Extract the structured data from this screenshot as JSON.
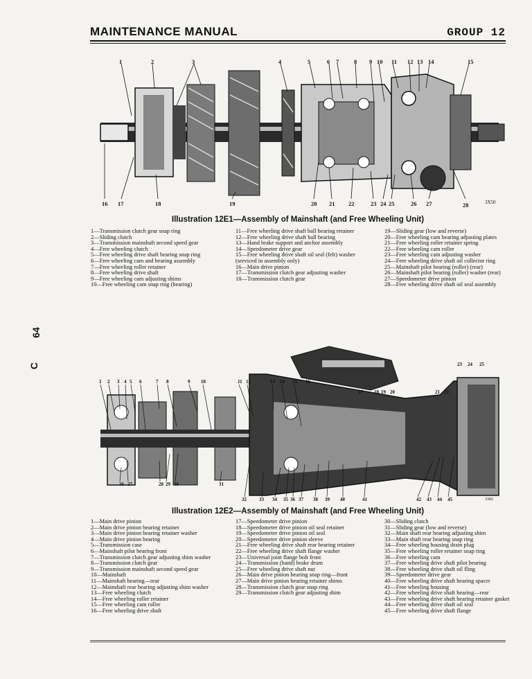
{
  "header": {
    "title": "MAINTENANCE MANUAL",
    "group": "GROUP 12"
  },
  "margin_marks": [
    "C",
    "64"
  ],
  "fig1": {
    "caption": "Illustration 12E1—Assembly of Mainshaft (and Free Wheeling Unit)",
    "code": "3X50",
    "top_numbers": [
      "1",
      "2",
      "3",
      "4",
      "5",
      "6",
      "7",
      "8",
      "9",
      "10",
      "11",
      "12",
      "13",
      "14",
      "15"
    ],
    "bottom_numbers": [
      "16",
      "17",
      "18",
      "19",
      "20",
      "21",
      "22",
      "23",
      "24",
      "25",
      "26",
      "27",
      "28"
    ],
    "legend": [
      [
        "1—Transmission clutch gear snap ring",
        "2—Sliding clutch",
        "3—Transmission mainshaft second speed gear",
        "4—Free wheeling clutch",
        "5—Free wheeling drive shaft bearing snap ring",
        "6—Free wheeling cam and bearing assembly",
        "7—Free wheeling roller retainer",
        "8—Free wheeling drive shaft",
        "9—Free wheeling cam adjusting shims",
        "10—Free wheeling cam snap ring (bearing)"
      ],
      [
        "11—Free wheeling drive shaft ball bearing retainer",
        "12—Free wheeling drive shaft ball bearing",
        "13—Hand brake support and anchor assembly",
        "14—Speedometer drive gear",
        "15—Free wheeling drive shaft oil seal (felt) washer (serviced in assembly only)",
        "16—Main drive pinion",
        "17—Transmission clutch gear adjusting washer",
        "18—Transmission clutch gear"
      ],
      [
        "19—Sliding gear (low and reverse)",
        "20—Free wheeling cam bearing adjusting plates",
        "21—Free wheeling roller retainer spring",
        "22—Free wheeling cam roller",
        "23—Free wheeling cam adjusting washer",
        "24—Free wheeling drive shaft oil collector ring",
        "25—Mainshaft pilot bearing (roller) (rear)",
        "26—Mainshaft pilot bearing (roller) washer (rear)",
        "27—Speedometer drive pinion",
        "28—Free wheeling drive shaft oil seal assembly"
      ]
    ]
  },
  "fig2": {
    "caption": "Illustration 12E2—Assembly of Mainshaft (and Free Wheeling Unit)",
    "code": "3382",
    "top_numbers": [
      "1",
      "2",
      "3",
      "4",
      "5",
      "6",
      "7",
      "8",
      "9",
      "10",
      "11",
      "12",
      "13",
      "14",
      "15",
      "16",
      "17",
      "18",
      "19",
      "20",
      "21",
      "22",
      "23",
      "24",
      "25"
    ],
    "bottom_numbers": [
      "26",
      "27",
      "28",
      "29",
      "30",
      "31",
      "32",
      "33",
      "34",
      "35",
      "36",
      "37",
      "38",
      "39",
      "40",
      "41",
      "42",
      "43",
      "44",
      "45"
    ],
    "legend": [
      [
        "1—Main drive pinion",
        "2—Main drive pinion bearing retainer",
        "3—Main drive pinion bearing retainer washer",
        "4—Main drive pinion bearing",
        "5—Transmission case",
        "6—Mainshaft pilot bearing front",
        "7—Transmission clutch gear adjusting shim washer",
        "8—Transmission clutch gear",
        "9—Transmission mainshaft second speed gear",
        "10—Mainshaft",
        "11—Mainshaft bearing—rear",
        "12—Mainshaft rear bearing adjusting shim washer",
        "13—Free wheeling clutch",
        "14—Free wheeling roller retainer",
        "15—Free wheeling cam roller",
        "16—Free wheeling drive shaft"
      ],
      [
        "17—Speedometer drive pinion",
        "18—Speedometer drive pinion oil seal retainer",
        "19—Speedometer drive pinion oil seal",
        "20—Speedometer drive pinion sleeve",
        "21—Free wheeling drive shaft rear bearing retainer",
        "22—Free wheeling drive shaft flange washer",
        "23—Universal joint flange bolt front",
        "24—Transmission (hand) brake drum",
        "25—Free wheeling drive shaft nut",
        "26—Main drive pinion bearing snap ring—front",
        "27—Main drive pinion bearing retainer shims",
        "28—Transmission clutch gear snap ring",
        "29—Transmission clutch gear adjusting shim"
      ],
      [
        "30—Sliding clutch",
        "31—Sliding gear (low and reverse)",
        "32—Main shaft rear bearing adjusting shim",
        "33—Main shaft rear bearing snap ring",
        "34—Free wheeling housing drain plug",
        "35—Free wheeling roller retainer snap ring",
        "36—Free wheeling cam",
        "37—Free wheeling drive shaft pilot bearing",
        "38—Free wheeling drive shaft oil fling",
        "39—Speedometer drive gear",
        "40—Free wheeling drive shaft bearing spacer",
        "41—Free wheeling housing",
        "42—Free wheeling drive shaft bearing—rear",
        "43—Free wheeling drive shaft bearing retainer gasket",
        "44—Free wheeling drive shaft oil seal",
        "45—Free wheeling drive shaft flange"
      ]
    ]
  }
}
